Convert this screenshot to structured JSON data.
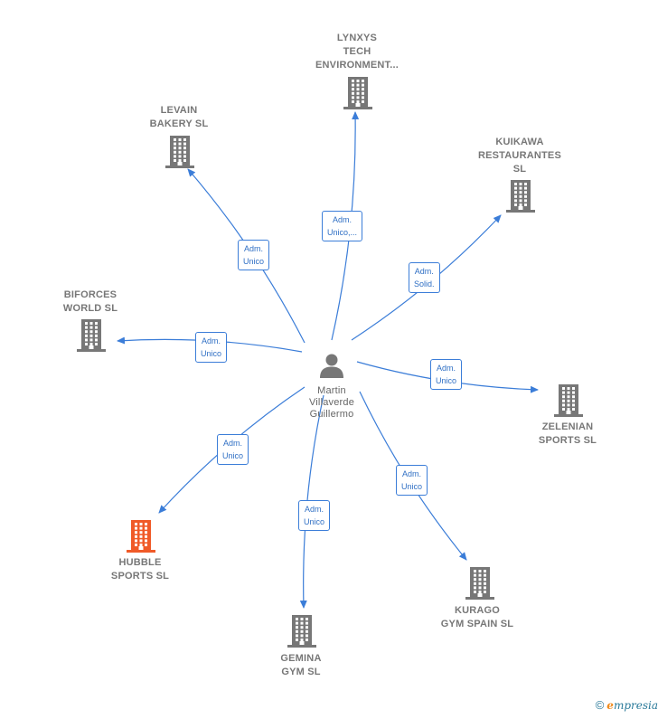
{
  "center": {
    "name_lines": [
      "Martin",
      "Villaverde",
      "Guillermo"
    ],
    "icon": "person-icon"
  },
  "nodes": [
    {
      "id": "lynxys",
      "label_lines": [
        "LYNXYS",
        "TECH",
        "ENVIRONMENT..."
      ],
      "relation_lines": [
        "Adm.",
        "Unico,..."
      ],
      "color": "#777777"
    },
    {
      "id": "levain",
      "label_lines": [
        "LEVAIN",
        "BAKERY  SL"
      ],
      "relation_lines": [
        "Adm.",
        "Unico"
      ],
      "color": "#777777"
    },
    {
      "id": "kuikawa",
      "label_lines": [
        "KUIKAWA",
        "RESTAURANTES",
        "SL"
      ],
      "relation_lines": [
        "Adm.",
        "Solid."
      ],
      "color": "#777777"
    },
    {
      "id": "biforces",
      "label_lines": [
        "BIFORCES",
        "WORLD  SL"
      ],
      "relation_lines": [
        "Adm.",
        "Unico"
      ],
      "color": "#777777"
    },
    {
      "id": "zelenian",
      "label_lines": [
        "ZELENIAN",
        "SPORTS  SL"
      ],
      "relation_lines": [
        "Adm.",
        "Unico"
      ],
      "color": "#777777"
    },
    {
      "id": "hubble",
      "label_lines": [
        "HUBBLE",
        "SPORTS  SL"
      ],
      "relation_lines": [
        "Adm.",
        "Unico"
      ],
      "color": "#f05a28"
    },
    {
      "id": "gemina",
      "label_lines": [
        "GEMINA",
        "GYM  SL"
      ],
      "relation_lines": [
        "Adm.",
        "Unico"
      ],
      "color": "#777777"
    },
    {
      "id": "kurago",
      "label_lines": [
        "KURAGO",
        "GYM SPAIN  SL"
      ],
      "relation_lines": [
        "Adm.",
        "Unico"
      ],
      "color": "#777777"
    }
  ],
  "colors": {
    "edge": "#3b7dd8",
    "node": "#777777",
    "highlight": "#f05a28"
  },
  "footer": {
    "copyright_symbol": "©",
    "brand_initial": "e",
    "brand_rest": "mpresia"
  }
}
